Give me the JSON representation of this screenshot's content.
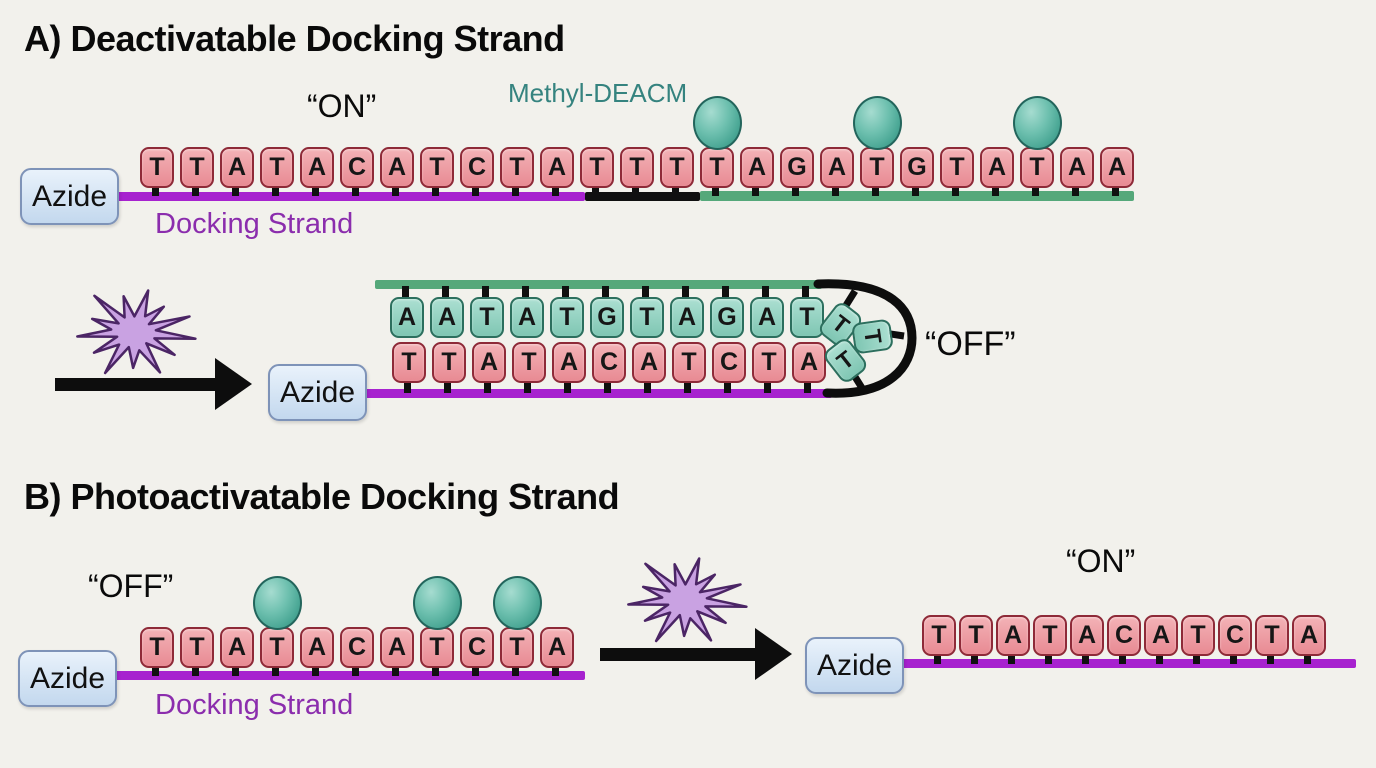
{
  "figure": {
    "background": "#f2f1ec",
    "colors": {
      "backbone_purple": "#a722cf",
      "backbone_green": "#55a87a",
      "backbone_black": "#101010",
      "base_pink_fill": "#ec949c",
      "base_pink_border": "#8e2a38",
      "base_teal_fill": "#8fd0c0",
      "base_teal_border": "#2c6f5e",
      "photocage_sphere": "#4aa795",
      "azide_box_fill": "#cfe2f5",
      "azide_box_border": "#7e93b8",
      "light_burst_fill": "#c9a2e2",
      "light_burst_border": "#4b2565",
      "methyl_label_color": "#35837f",
      "docking_label_color": "#8b2dad"
    },
    "panel_a": {
      "title": "A) Deactivatable Docking Strand",
      "on_label": "“ON”",
      "methyl_label": "Methyl-DEACM",
      "azide_label": "Azide",
      "docking_label": "Docking Strand",
      "strand_sequence": [
        "T",
        "T",
        "A",
        "T",
        "A",
        "C",
        "A",
        "T",
        "C",
        "T",
        "A",
        "T",
        "T",
        "T",
        "T",
        "A",
        "G",
        "A",
        "T",
        "G",
        "T",
        "A",
        "T",
        "A",
        "A"
      ],
      "cage_positions": [
        14,
        18,
        22
      ],
      "segments": [
        {
          "name": "docking-site",
          "color_key": "backbone_purple",
          "start": 0,
          "end": 10
        },
        {
          "name": "linker",
          "color_key": "backbone_black",
          "start": 11,
          "end": 13
        },
        {
          "name": "caged-complement",
          "color_key": "backbone_green",
          "start": 14,
          "end": 24
        }
      ],
      "off_label": "“OFF”",
      "duplex": {
        "azide_label": "Azide",
        "top_sequence": [
          "A",
          "A",
          "T",
          "A",
          "T",
          "G",
          "T",
          "A",
          "G",
          "A",
          "T"
        ],
        "loop_sequence": [
          "T",
          "T",
          "T"
        ],
        "bottom_sequence": [
          "T",
          "T",
          "A",
          "T",
          "A",
          "C",
          "A",
          "T",
          "C",
          "T",
          "A"
        ]
      }
    },
    "panel_b": {
      "title": "B) Photoactivatable Docking Strand",
      "off_label": "“OFF”",
      "azide_label": "Azide",
      "docking_label": "Docking Strand",
      "caged_sequence": [
        "T",
        "T",
        "A",
        "T",
        "A",
        "C",
        "A",
        "T",
        "C",
        "T",
        "A"
      ],
      "cage_positions": [
        3,
        7,
        9
      ],
      "on_label": "“ON”",
      "active_sequence": [
        "T",
        "T",
        "A",
        "T",
        "A",
        "C",
        "A",
        "T",
        "C",
        "T",
        "A"
      ]
    }
  }
}
